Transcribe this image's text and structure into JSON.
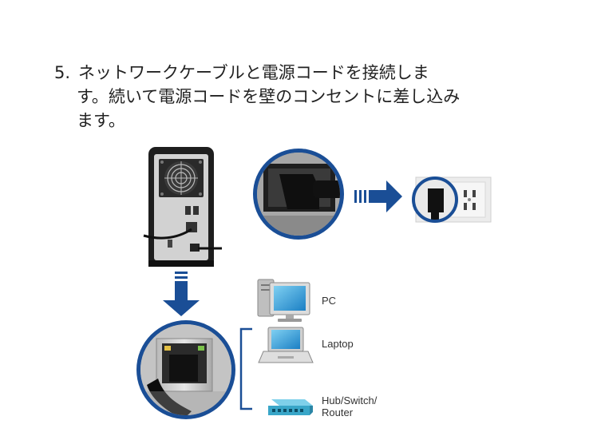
{
  "instruction": {
    "step_number": "5.",
    "line1": "ネットワークケーブルと電源コードを接続しま",
    "line2": "す。続いて電源コードを壁のコンセントに差し込み",
    "line3": "ます。"
  },
  "devices": {
    "pc": "PC",
    "laptop": "Laptop",
    "hub_line1": "Hub/Switch/",
    "hub_line2": "Router"
  },
  "colors": {
    "accent_blue": "#1a4e96",
    "device_black": "#1e1e1e",
    "device_gray": "#cfcfcf",
    "router_cyan": "#39a6c8"
  }
}
